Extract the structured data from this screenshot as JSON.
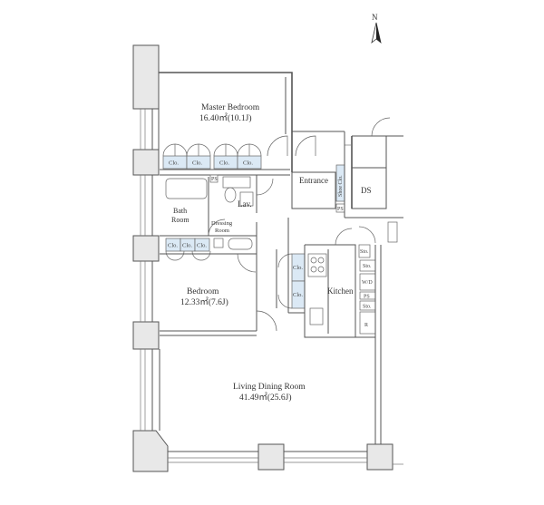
{
  "compass": {
    "label": "N"
  },
  "rooms": {
    "master_bedroom": {
      "name": "Master Bedroom",
      "area": "16.40㎡(10.1J)"
    },
    "bedroom": {
      "name": "Bedroom",
      "area": "12.33㎡(7.6J)"
    },
    "living": {
      "name": "Living Dining Room",
      "area": "41.49㎡(25.6J)"
    },
    "entrance": {
      "name": "Entrance"
    },
    "ds": {
      "name": "DS"
    },
    "lav": {
      "name": "Lav."
    },
    "bath": {
      "line1": "Bath",
      "line2": "Room"
    },
    "dressing": {
      "line1": "Dressing",
      "line2": "Room"
    },
    "kitchen": {
      "name": "Kitchen"
    }
  },
  "closets": {
    "master": [
      "Clo.",
      "Clo.",
      "Clo.",
      "Clo."
    ],
    "bedroom_top": [
      "Clo.",
      "Clo.",
      "Clo."
    ],
    "bedroom_right": [
      "Clo.",
      "Clo."
    ]
  },
  "labels": {
    "shoe": "Shoe Clo.",
    "ps": "PS",
    "sto": "Sto.",
    "wd": "W/D",
    "r": "R"
  }
}
